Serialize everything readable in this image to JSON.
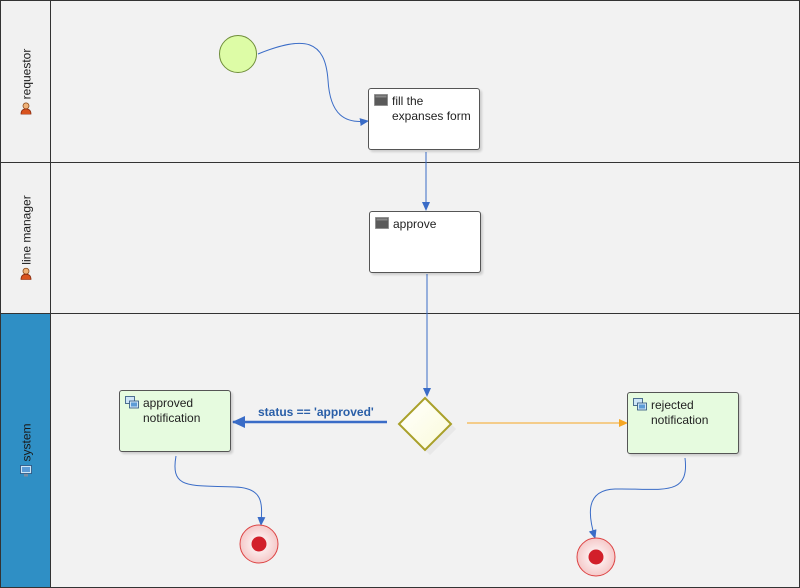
{
  "lanes": [
    {
      "label": "requestor",
      "icon": "user-icon"
    },
    {
      "label": "line manager",
      "icon": "user-icon"
    },
    {
      "label": "system",
      "icon": "computer-icon"
    }
  ],
  "tasks": {
    "fill_form": {
      "label": "fill the expanses form",
      "icon": "user-task-icon"
    },
    "approve": {
      "label": "approve",
      "icon": "user-task-icon"
    },
    "approved_notification": {
      "label": "approved notification",
      "icon": "service-task-icon"
    },
    "rejected_notification": {
      "label": "rejected notification",
      "icon": "service-task-icon"
    }
  },
  "gateway": {
    "condition_label": "status == 'approved'"
  },
  "colors": {
    "lane_border": "#333333",
    "system_lane_header": "#2f8fc5",
    "start_event_fill": "#ddfca6",
    "end_event_fill": "#d21f2a",
    "flow_blue": "#3a6cc7",
    "flow_orange": "#f5a623",
    "service_task_fill": "#e6fbdf",
    "gateway_stroke": "#a9a02a"
  }
}
